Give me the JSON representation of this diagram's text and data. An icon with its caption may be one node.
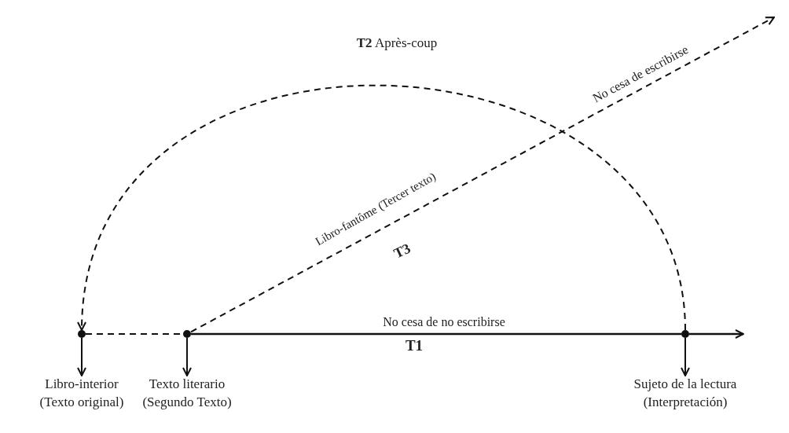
{
  "diagram": {
    "nodes": [
      {
        "text": [],
        "shape": "circle"
      },
      {
        "text": [],
        "shape": "circle"
      },
      {
        "text": [],
        "shape": "circle"
      },
      {
        "text": [
          "Libro-interior (Texto original)"
        ]
      },
      {
        "text": [
          "Texto literario (Segundo Texto)"
        ]
      },
      {
        "text": [
          "Sujeto de la lectura (Interpretación)"
        ]
      }
    ],
    "edges": [
      {
        "from": 0,
        "to": 1,
        "arrow": "none",
        "style": "dashed"
      },
      {
        "from": 1,
        "to": 2,
        "arrow": "none",
        "label": "No cesa de no escribirse"
      },
      {
        "from": 2,
        "to": null,
        "arrow": "to"
      },
      {
        "from": 1,
        "to": null,
        "arrow": "to",
        "style": "dashed",
        "label": "No cesa de escribirse"
      },
      {
        "from": 2,
        "to": 0,
        "arrow": "to",
        "style": "dashed"
      },
      {
        "from": 0,
        "to": 3,
        "arrow": "to"
      },
      {
        "from": 1,
        "to": 4,
        "arrow": "to"
      },
      {
        "from": 2,
        "to": 5,
        "arrow": "to"
      }
    ],
    "labels": [
      "**T2** Après-coup",
      "Libro-fantôme (Tercer texto)",
      "T3",
      "T1"
    ]
  }
}
